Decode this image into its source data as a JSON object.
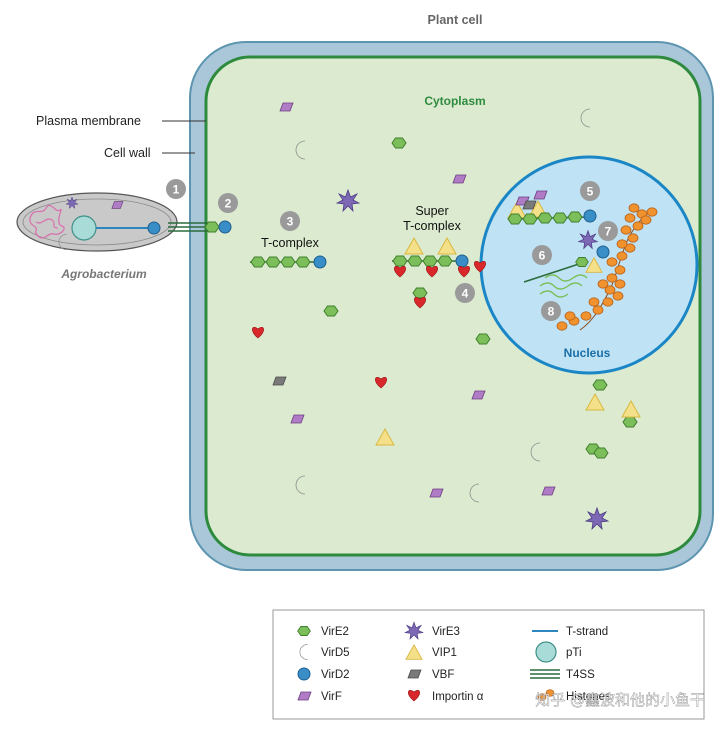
{
  "labels": {
    "plant_cell": "Plant cell",
    "cytoplasm": "Cytoplasm",
    "plasma_membrane": "Plasma membrane",
    "cell_wall": "Cell wall",
    "agrobacterium": "Agrobacterium",
    "t_complex": "T-complex",
    "super_t_complex_line1": "Super",
    "super_t_complex_line2": "T-complex",
    "nucleus": "Nucleus"
  },
  "steps": [
    "1",
    "2",
    "3",
    "4",
    "5",
    "6",
    "7",
    "8"
  ],
  "legend": [
    {
      "label": "VirE2",
      "icon": "hexagon-icon"
    },
    {
      "label": "VirE3",
      "icon": "star-icon"
    },
    {
      "label": "T-strand",
      "icon": "line-icon"
    },
    {
      "label": "VirD5",
      "icon": "crescent-icon"
    },
    {
      "label": "VIP1",
      "icon": "triangle-icon"
    },
    {
      "label": "pTi",
      "icon": "circle-icon"
    },
    {
      "label": "VirD2",
      "icon": "dot-icon"
    },
    {
      "label": "VBF",
      "icon": "parallelogram-icon"
    },
    {
      "label": "T4SS",
      "icon": "triple-line-icon"
    },
    {
      "label": "VirF",
      "icon": "parallelogram-icon"
    },
    {
      "label": "Importin α",
      "icon": "heart-icon"
    },
    {
      "label": "Histones",
      "icon": "histone-icon"
    }
  ],
  "watermark": "知乎 @鑫波和他的小鱼干",
  "colors": {
    "cell_wall": "#a9c7d9",
    "cell_wall_outline": "#5d95b0",
    "membrane": "#2e8b3e",
    "cytoplasm": "#dcebd0",
    "nucleus_fill": "#bfe3f5",
    "nucleus_outline": "#1b86c6",
    "vire2": "#7cbf5a",
    "virD2": "#3a8ec8",
    "virF": "#b07cc6",
    "vbf": "#7a7a7a",
    "importin": "#d8282b",
    "vip1": "#f5e08a",
    "histone": "#f0922e",
    "vire3": "#7d68b5",
    "virD5": "#b8b8b8"
  }
}
